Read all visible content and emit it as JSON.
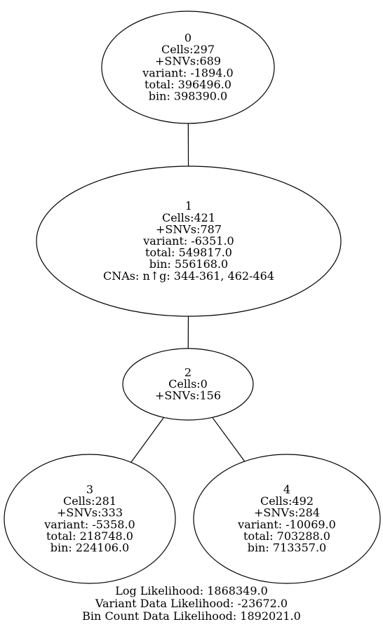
{
  "tree": {
    "nodes": [
      {
        "id": "0",
        "lines": [
          "0",
          "Cells:297",
          "+SNVs:689",
          "variant: -1894.0",
          "total: 396496.0",
          "bin: 398390.0"
        ]
      },
      {
        "id": "1",
        "lines": [
          "1",
          "Cells:421",
          "+SNVs:787",
          "variant: -6351.0",
          "total: 549817.0",
          "bin: 556168.0",
          "CNAs: n↑g: 344-361, 462-464"
        ]
      },
      {
        "id": "2",
        "lines": [
          "2",
          "Cells:0",
          "+SNVs:156"
        ]
      },
      {
        "id": "3",
        "lines": [
          "3",
          "Cells:281",
          "+SNVs:333",
          "variant: -5358.0",
          "total: 218748.0",
          "bin: 224106.0"
        ]
      },
      {
        "id": "4",
        "lines": [
          "4",
          "Cells:492",
          "+SNVs:284",
          "variant: -10069.0",
          "total: 703288.0",
          "bin: 713357.0"
        ]
      }
    ],
    "edges": [
      {
        "from": "0",
        "to": "1"
      },
      {
        "from": "1",
        "to": "2"
      },
      {
        "from": "2",
        "to": "3"
      },
      {
        "from": "2",
        "to": "4"
      }
    ]
  },
  "summary": {
    "log_likelihood": "Log Likelihood: 1868349.0",
    "variant_likelihood": "Variant Data Likelihood: -23672.0",
    "bin_count_likelihood": "Bin Count Data Likelihood: 1892021.0"
  }
}
